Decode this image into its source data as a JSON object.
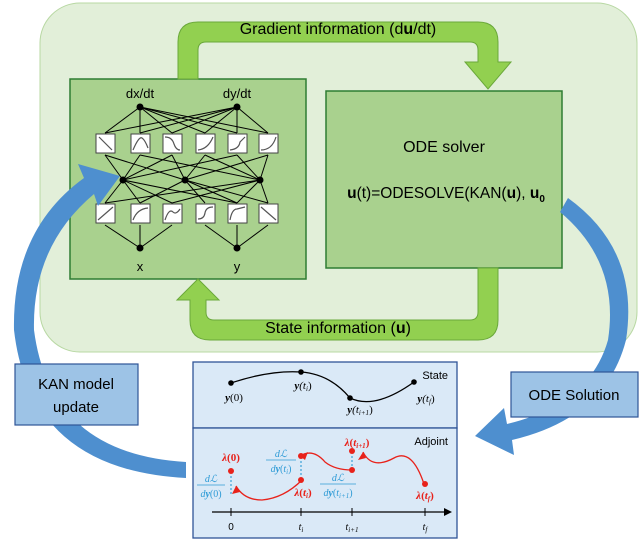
{
  "top_arrow": {
    "label_prefix": "Gradient information (d",
    "label_bold": "u",
    "label_suffix": "/dt)"
  },
  "bottom_arrow": {
    "label_prefix": "State information (",
    "label_bold": "u",
    "label_suffix": ")"
  },
  "kan": {
    "outputs": [
      "dx/dt",
      "dy/dt"
    ],
    "inputs": [
      "x",
      "y"
    ]
  },
  "ode_solver": {
    "title": "ODE solver",
    "eq_u": "u",
    "eq_mid": "(t)=ODESOLVE(KAN(",
    "eq_u2": "u",
    "eq_close": "), ",
    "eq_u0": "u",
    "eq_sub": "0"
  },
  "side_boxes": {
    "left_line1": "KAN model",
    "left_line2": "update",
    "right": "ODE Solution"
  },
  "state_panel": {
    "title": "State",
    "labels": [
      "y(0)",
      "y(t_i)",
      "y(t_{i+1})",
      "y(t_f)"
    ]
  },
  "adjoint_panel": {
    "title": "Adjoint",
    "lambda_labels": [
      "λ(0)",
      "λ(t_i)",
      "λ(t_{i+1})",
      "λ(t_f)"
    ],
    "grad_labels": [
      "dL/dy(0)",
      "dL/dy(t_i)",
      "dL/dy(t_{i+1})"
    ]
  },
  "time_axis": {
    "ticks": [
      "0",
      "t_i",
      "t_{i+1}",
      "t_f"
    ]
  },
  "colors": {
    "green_bg": "#e2efd9",
    "green_panel": "#a9d18e",
    "green_arrow": "#92d050",
    "blue_box": "#9dc3e6",
    "blue_arrow": "#4e8fcf",
    "panel_bg": "#dae9f7",
    "red": "#e8221b",
    "cyan": "#2e9bd6"
  }
}
